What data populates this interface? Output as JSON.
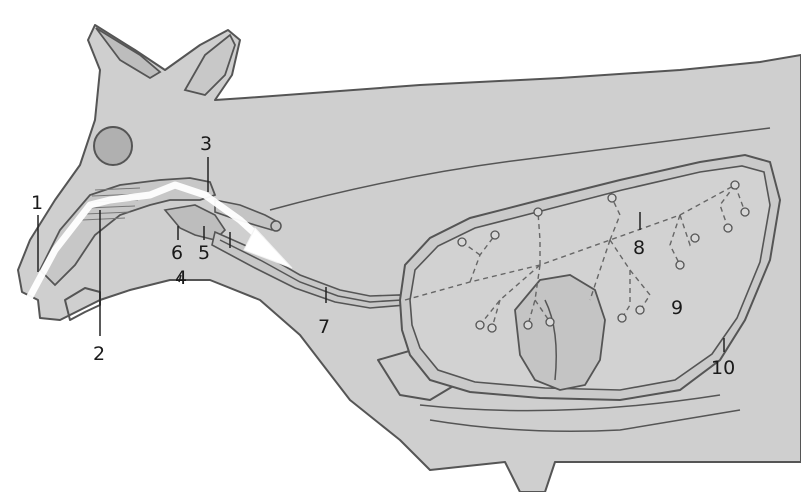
{
  "colors": {
    "body_fill": "#cfcfcf",
    "outline": "#555555",
    "inner_fill": "#c4c4c4",
    "airflow_arrow": "#ffffff",
    "label_text": "#1a1a1a",
    "background": "#ffffff"
  },
  "labels": {
    "l1": "1",
    "l2": "2",
    "l3": "3",
    "l4": "4",
    "l5": "5",
    "l6": "6",
    "l7": "7",
    "l8": "8",
    "l9": "9",
    "l10": "10"
  }
}
